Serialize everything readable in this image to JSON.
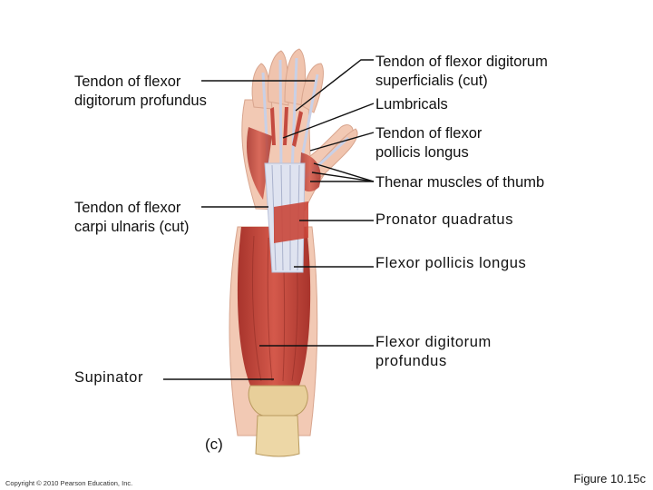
{
  "labels": {
    "fdp_tendon": [
      "Tendon of flexor",
      "digitorum profundus"
    ],
    "fds_tendon": [
      "Tendon of flexor digitorum",
      "superficialis (cut)"
    ],
    "lumbricals": [
      "Lumbricals"
    ],
    "fpl_tendon": [
      "Tendon of flexor",
      "pollicis longus"
    ],
    "thenar": [
      "Thenar muscles of thumb"
    ],
    "fcu_tendon": [
      "Tendon of flexor",
      "carpi ulnaris (cut)"
    ],
    "pronator_quadratus": [
      "Pronator quadratus"
    ],
    "fpl": [
      "Flexor pollicis longus"
    ],
    "fdp": [
      "Flexor digitorum",
      "profundus"
    ],
    "supinator": [
      "Supinator"
    ]
  },
  "panel_label": "(c)",
  "copyright": "Copyright © 2010 Pearson Education, Inc.",
  "figure_number": "Figure 10.15c",
  "colors": {
    "muscle": "#c0453b",
    "muscle_light": "#e07f70",
    "skin": "#f2c9b4",
    "tendon": "#dfe3f0",
    "bone": "#e8cf9a",
    "leader": "#111111"
  }
}
